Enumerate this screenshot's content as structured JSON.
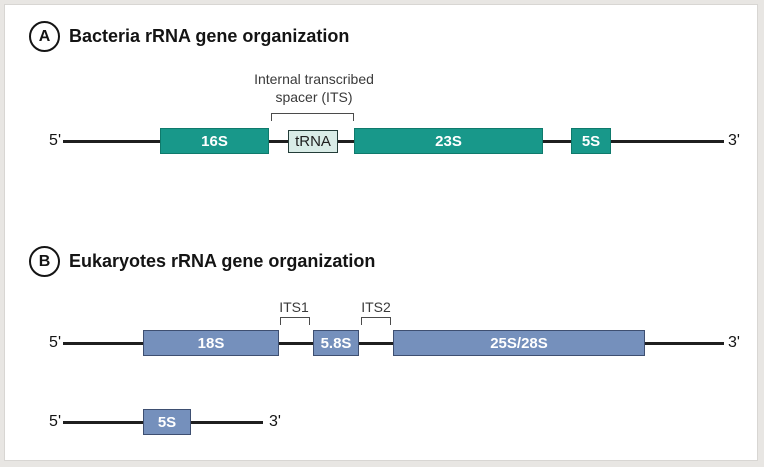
{
  "colors": {
    "teal_fill": "#18988a",
    "teal_border": "#0f7a6c",
    "mint_fill": "#d9ece7",
    "mint_border": "#233c38",
    "blue_fill": "#7590bc",
    "blue_border": "#3e4f71",
    "line": "#1f1f1f",
    "bracket": "#4b4b4b",
    "text_dark": "#141414"
  },
  "panel_a": {
    "badge": "A",
    "title": "Bacteria rRNA gene organization",
    "its_label_line1": "Internal transcribed",
    "its_label_line2": "spacer (ITS)",
    "five_prime": "5'",
    "three_prime": "3'",
    "genes": [
      {
        "label": "16S",
        "style": "teal"
      },
      {
        "label": "tRNA",
        "style": "mint"
      },
      {
        "label": "23S",
        "style": "teal"
      },
      {
        "label": "5S",
        "style": "teal"
      }
    ]
  },
  "panel_b": {
    "badge": "B",
    "title": "Eukaryotes rRNA gene organization",
    "its1_label": "ITS1",
    "its2_label": "ITS2",
    "track1": {
      "five_prime": "5'",
      "three_prime": "3'",
      "genes": [
        {
          "label": "18S",
          "style": "blue"
        },
        {
          "label": "5.8S",
          "style": "blue"
        },
        {
          "label": "25S/28S",
          "style": "blue"
        }
      ]
    },
    "track2": {
      "five_prime": "5'",
      "three_prime": "3'",
      "genes": [
        {
          "label": "5S",
          "style": "blue"
        }
      ]
    }
  }
}
